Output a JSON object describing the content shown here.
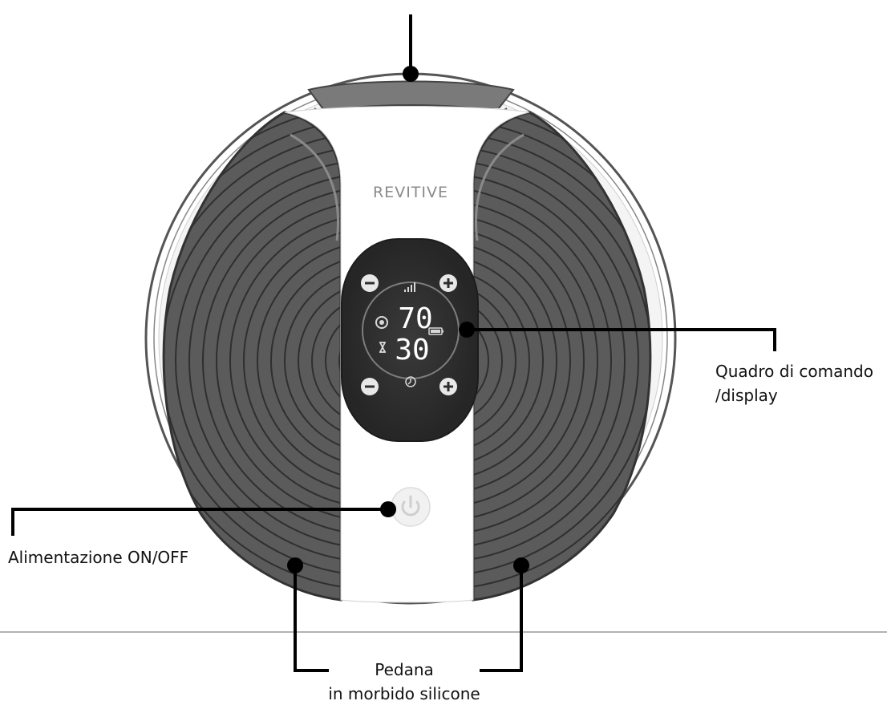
{
  "brand": "REVITIVE",
  "display": {
    "intensity_value": "70",
    "time_value": "30"
  },
  "labels": {
    "control_panel_line1": "Quadro di comando",
    "control_panel_line2": "/display",
    "power": "Alimentazione ON/OFF",
    "footpad_line1": "Pedana",
    "footpad_line2": "in morbido silicone"
  },
  "icons": {
    "minus_top_left": "minus-icon",
    "plus_top_right": "plus-icon",
    "minus_bottom_left": "minus-icon",
    "plus_bottom_right": "plus-icon",
    "signal": "signal-bars-icon",
    "intensity": "intensity-icon",
    "time": "timer-icon",
    "battery": "battery-icon",
    "power": "power-icon",
    "clock": "clock-icon"
  },
  "colors": {
    "pad": "#5b5b5b",
    "pad_outline": "#3a3a3a",
    "display_bg": "#2e2e2e",
    "body": "#ffffff"
  }
}
